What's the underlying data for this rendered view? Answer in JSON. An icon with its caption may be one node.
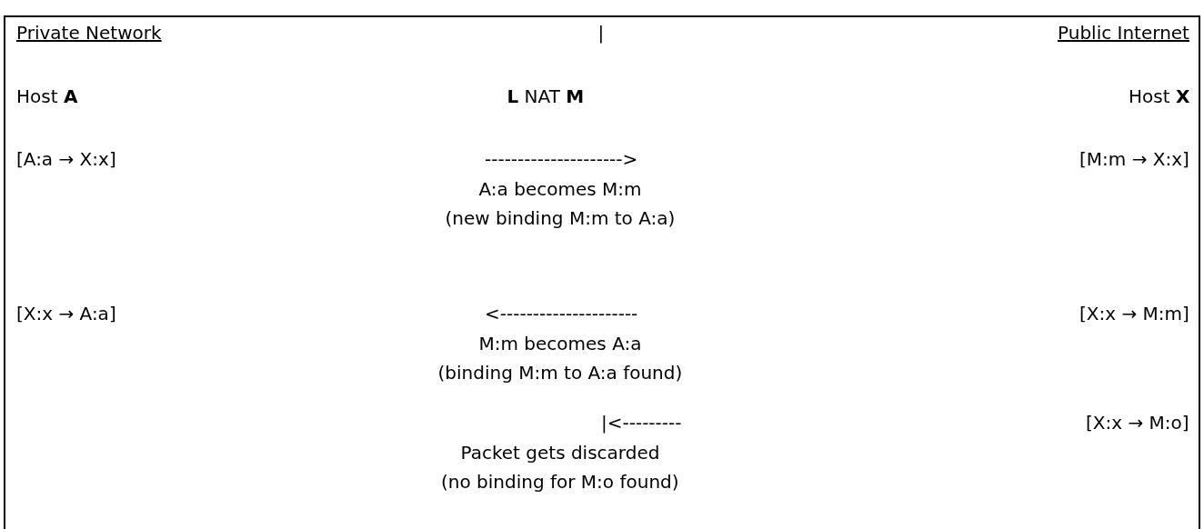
{
  "diagram": {
    "labels": [
      "Private Network",
      "|",
      "Public Internet",
      "Host **A**",
      "**L** NAT **M**",
      "Host **X**",
      "[A:a → X:x]",
      "--------------------->",
      "[M:m → X:x]",
      "A:a becomes M:m",
      "(new binding M:m to A:a)",
      "[X:x → A:a]",
      "<---------------------",
      "[X:x → M:m]",
      "M:m becomes A:a",
      "(binding M:m to A:a found)",
      "|<---------",
      "[X:x → M:o]",
      "Packet gets discarded",
      "(no binding for M:o found)"
    ]
  }
}
